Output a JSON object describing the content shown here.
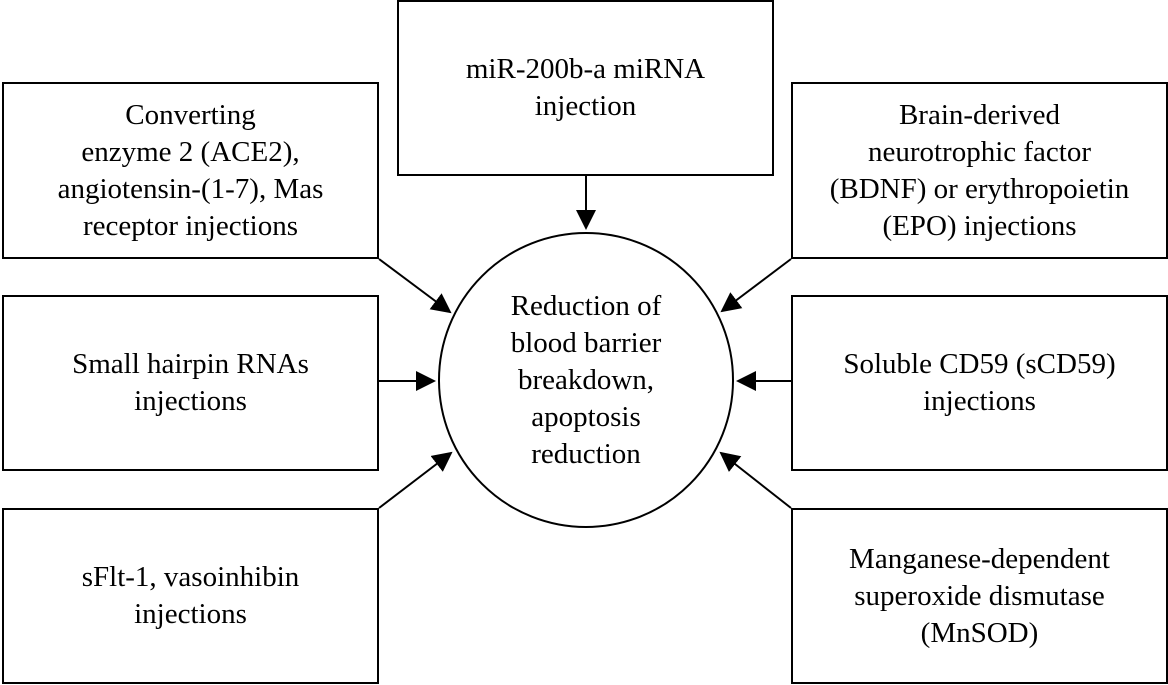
{
  "center": {
    "text": "Reduction of\nblood barrier\nbreakdown,\napoptosis\nreduction"
  },
  "boxes": {
    "top": "miR-200b-a miRNA\ninjection",
    "upper_left": "Converting\nenzyme 2 (ACE2),\nangiotensin-(1-7), Mas\nreceptor injections",
    "upper_right": "Brain-derived\nneurotrophic factor\n(BDNF) or erythropoietin\n(EPO) injections",
    "middle_left": "Small hairpin RNAs\ninjections",
    "middle_right": "Soluble CD59 (sCD59)\ninjections",
    "lower_left": "sFlt-1, vasoinhibin\ninjections",
    "lower_right": "Manganese-dependent\nsuperoxide dismutase\n(MnSOD)"
  }
}
